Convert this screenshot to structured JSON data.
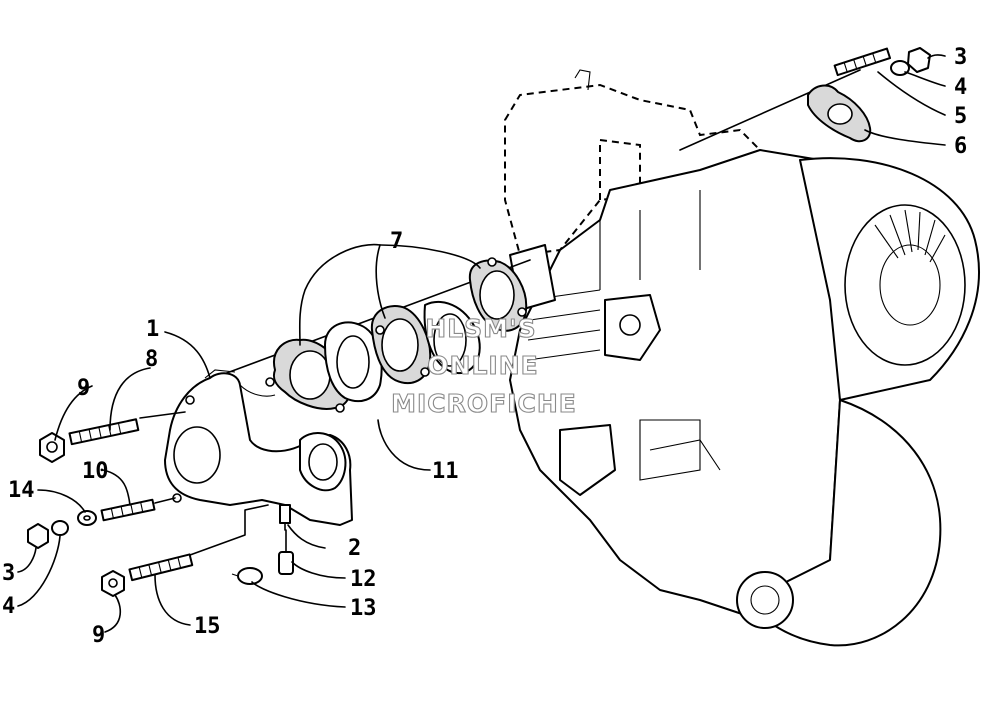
{
  "callouts": [
    {
      "id": "c1",
      "label": "1"
    },
    {
      "id": "c2",
      "label": "2"
    },
    {
      "id": "c3a",
      "label": "3"
    },
    {
      "id": "c3b",
      "label": "3"
    },
    {
      "id": "c4a",
      "label": "4"
    },
    {
      "id": "c4b",
      "label": "4"
    },
    {
      "id": "c5",
      "label": "5"
    },
    {
      "id": "c6",
      "label": "6"
    },
    {
      "id": "c7",
      "label": "7"
    },
    {
      "id": "c8",
      "label": "8"
    },
    {
      "id": "c9a",
      "label": "9"
    },
    {
      "id": "c9b",
      "label": "9"
    },
    {
      "id": "c10",
      "label": "10"
    },
    {
      "id": "c11",
      "label": "11"
    },
    {
      "id": "c12",
      "label": "12"
    },
    {
      "id": "c13",
      "label": "13"
    },
    {
      "id": "c14",
      "label": "14"
    },
    {
      "id": "c15",
      "label": "15"
    }
  ],
  "watermark": {
    "line1": "HLSM'S",
    "line2": "ONLINE",
    "line3": "MICROFICHE"
  },
  "colors": {
    "ink": "#000000",
    "background": "#ffffff",
    "gasket_fill": "#d9d9d9",
    "watermark_outline": "#8a8a8a"
  }
}
